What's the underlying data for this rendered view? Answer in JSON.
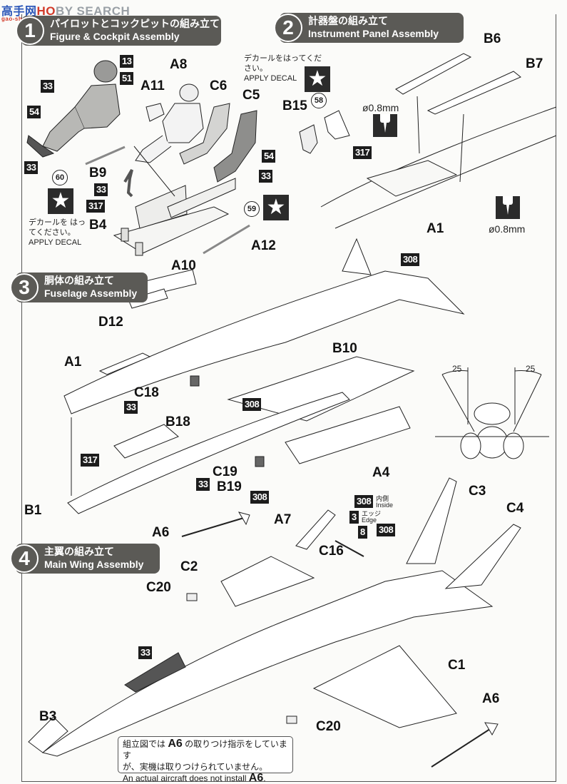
{
  "watermark": {
    "logo": "高手网",
    "text": "BY SEARCH",
    "prefix": "HO",
    "url": "gao-shou.com"
  },
  "steps": [
    {
      "number": "1",
      "title_jp": "パイロットとコックピットの組み立て",
      "title_en": "Figure & Cockpit Assembly"
    },
    {
      "number": "2",
      "title_jp": "計器盤の組み立て",
      "title_en": "Instrument Panel Assembly"
    },
    {
      "number": "3",
      "title_jp": "胴体の組み立て",
      "title_en": "Fuselage Assembly"
    },
    {
      "number": "4",
      "title_jp": "主翼の組み立て",
      "title_en": "Main Wing Assembly"
    }
  ],
  "step1": {
    "parts": [
      "A8",
      "A11",
      "C6",
      "C5",
      "B9",
      "B4"
    ],
    "paint_codes": [
      "13",
      "51",
      "33",
      "54",
      "33",
      "54",
      "33",
      "33",
      "317"
    ],
    "decal_numbers": [
      "60",
      "59"
    ],
    "decal_note_jp": "デカールを はってください。",
    "decal_note_en": "APPLY DECAL"
  },
  "step2": {
    "parts": [
      "B6",
      "B7",
      "B15",
      "A1"
    ],
    "paint_codes": [
      "317"
    ],
    "decal_numbers": [
      "58"
    ],
    "decal_note_jp": "デカールをはってください。",
    "decal_note_en": "APPLY DECAL",
    "drill_1": "ø0.8mm",
    "drill_2": "ø0.8mm"
  },
  "step3": {
    "parts": [
      "A12",
      "A10",
      "D12",
      "A1",
      "B10",
      "C18",
      "B18",
      "A4",
      "C19",
      "B19",
      "B1"
    ],
    "paint_codes": [
      "308",
      "33",
      "308",
      "317",
      "33",
      "308"
    ],
    "angle_left": "25",
    "angle_right": "25"
  },
  "step4": {
    "parts": [
      "C3",
      "C4",
      "A7",
      "C16",
      "A6",
      "C2",
      "C20",
      "C1",
      "A6",
      "B3",
      "C20"
    ],
    "paint_codes": [
      "308",
      "3",
      "8",
      "308",
      "33"
    ],
    "paint_note_inside_jp": "内側",
    "paint_note_inside_en": "Inside",
    "paint_note_edge_jp": "エッジ",
    "paint_note_edge_en": "Edge"
  },
  "note": {
    "line1_pre": "組立図では",
    "line1_part": "A6",
    "line1_post": "の取りつけ指示をしています",
    "line2": "が、実機は取りつけられていません。",
    "line3_pre": "An actual aircraft does not install",
    "line3_part": "A6",
    "line3_post": "."
  }
}
